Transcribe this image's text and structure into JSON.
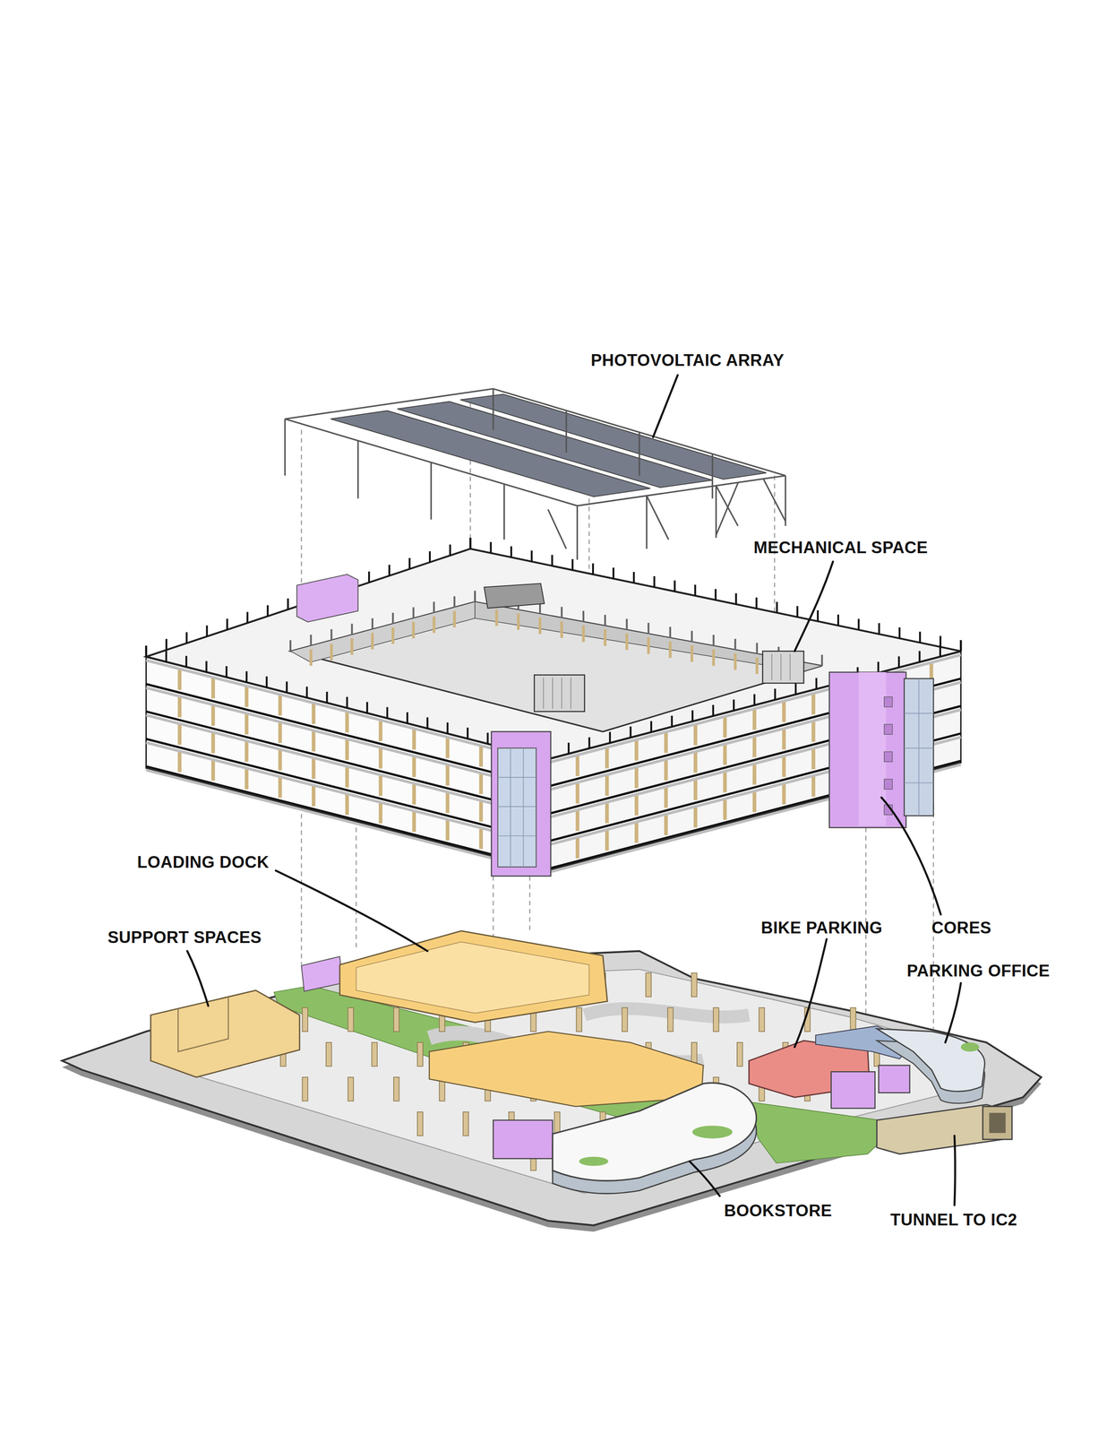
{
  "diagram": {
    "labels": [
      "PHOTOVOLTAIC ARRAY",
      "MECHANICAL SPACE",
      "LOADING DOCK",
      "SUPPORT SPACES",
      "BIKE PARKING",
      "CORES",
      "PARKING OFFICE",
      "BOOKSTORE",
      "TUNNEL TO IC2"
    ]
  }
}
